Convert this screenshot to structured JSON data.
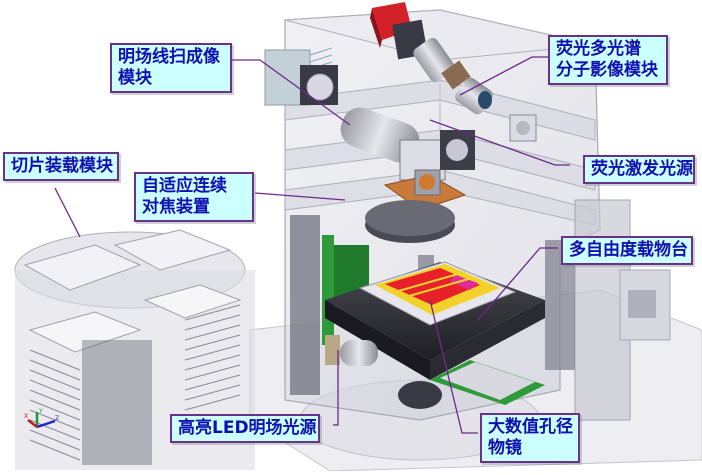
{
  "diagram": {
    "colors": {
      "label_bg": "#ccffff",
      "label_border": "#663388",
      "label_text": "#1010b0",
      "leader_line": "#6a2a8a",
      "camera_red": "#d42028",
      "stage_yellow": "#f2d22a",
      "slide_red": "#e8202a",
      "pcb_green": "#2e9a3a",
      "copper": "#c87a3a"
    },
    "labels": {
      "brightfield_line_scan": "明场线扫成像\n模块",
      "brightfield_line_scan_l1": "明场线扫成像",
      "brightfield_line_scan_l2": "模块",
      "fluorescence_multispectral_l1": "荧光多光谱",
      "fluorescence_multispectral_l2": "分子影像模块",
      "slide_loader": "切片装载模块",
      "autofocus_l1": "自适应连续",
      "autofocus_l2": "对焦装置",
      "fluorescence_excitation": "荧光激发光源",
      "multi_dof_stage": "多自由度载物台",
      "led_brightfield_source": "高亮LED明场光源",
      "objective_l1": "大数值孔径",
      "objective_l2": "物镜"
    },
    "axis_triad": {
      "x": "X",
      "y": "Y",
      "z": "Z"
    }
  }
}
